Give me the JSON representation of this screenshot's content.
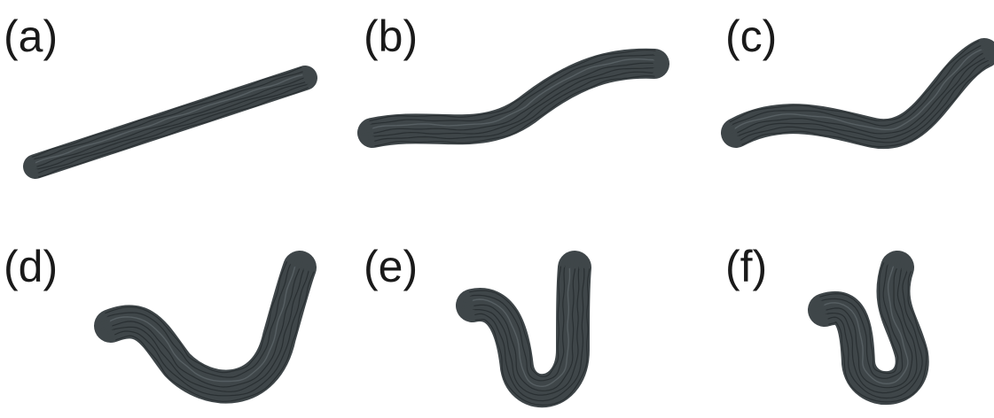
{
  "figure": {
    "panels": [
      {
        "id": "a",
        "label": "(a)"
      },
      {
        "id": "b",
        "label": "(b)"
      },
      {
        "id": "c",
        "label": "(c)"
      },
      {
        "id": "d",
        "label": "(d)"
      },
      {
        "id": "e",
        "label": "(e)"
      },
      {
        "id": "f",
        "label": "(f)"
      }
    ],
    "colors": {
      "ribbon": "#3f4649",
      "fiber": "#262b2e",
      "highlight": "#6c7579",
      "text": "#1a1a1a",
      "background": "#ffffff"
    }
  }
}
